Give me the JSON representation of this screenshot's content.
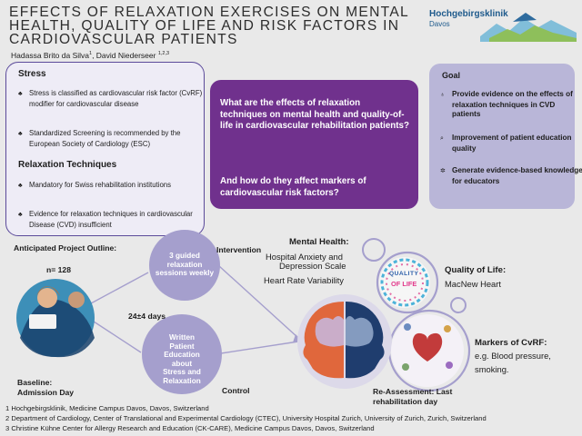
{
  "header": {
    "title": "EFFECTS OF RELAXATION EXERCISES ON MENTAL HEALTH, QUALITY OF LIFE AND RISK FACTORS IN CARDIOVASCULAR PATIENTS",
    "authors": "Hadassa Brito da Silva",
    "author1_sup": "1",
    "authors_sep": ", David Niederseer ",
    "author2_sup": "1,2,3",
    "logo_name": "Hochgebirgsklinik",
    "logo_sub": "Davos"
  },
  "left_panel": {
    "stress_heading": "Stress",
    "stress_bullets": [
      "Stress is classified as cardiovascular risk factor (CvRF) modifier for cardiovascular disease",
      "Standardized Screening is recommended by the European Society of Cardiology (ESC)"
    ],
    "relax_heading": "Relaxation Techniques",
    "relax_bullets": [
      "Mandatory for Swiss rehabilitation institutions",
      "Evidence for relaxation techniques in cardiovascular Disease (CVD) insufficient"
    ]
  },
  "question_panel": {
    "q1": "What are the effects of relaxation techniques on mental health and quality-of-life in cardiovascular rehabilitation patients?",
    "q2": "And how do they affect markers of cardiovascular risk factors?"
  },
  "goal_panel": {
    "heading": "Goal",
    "items": [
      "Provide evidence on the effects of relaxation techniques in CVD patients",
      "Improvement of patient education quality",
      "Generate evidence-based knowledge for educators"
    ]
  },
  "outline": {
    "heading": "Anticipated Project Outline:",
    "n": "n= 128",
    "baseline": "Baseline:",
    "admission": "Admission Day",
    "intervention_circle": "3 guided relaxation sessions weekly",
    "intervention_label": "Intervention",
    "duration": "24±4 days",
    "control_circle": "Written Patient Education about Stress and Relaxation",
    "control_label": "Control",
    "reassessment": "Re-Assessment: Last rehabilitation day"
  },
  "outcomes": {
    "mental_heading": "Mental Health:",
    "mental_line1": "Hospital Anxiety and",
    "mental_line2": "Depression Scale",
    "mental_line3": "Heart Rate Variability",
    "qol_heading": "Quality of Life:",
    "qol_item": "MacNew Heart",
    "qol_logo_line1": "QUALITY",
    "qol_logo_line2": "OF LIFE",
    "cvrf_heading": "Markers of CvRF:",
    "cvrf_line1": "e.g. Blood pressure,",
    "cvrf_line2": "smoking."
  },
  "footnotes": [
    "1 Hochgebirgsklinik, Medicine Campus Davos, Davos, Switzerland",
    "2 Department of Cardiology, Center of Translational and Experimental Cardiology (CTEC), University Hospital Zurich, University of Zurich, Zurich, Switzerland",
    "3 Christine Kühne Center for Allergy Research and Education (CK-CARE), Medicine Campus Davos, Davos, Switzerland"
  ],
  "colors": {
    "purple": "#70318d",
    "lavender": "#b9b6d8",
    "circle": "#a59fcd",
    "panel_border": "#5b4a9a",
    "background": "#e9e9e9"
  }
}
